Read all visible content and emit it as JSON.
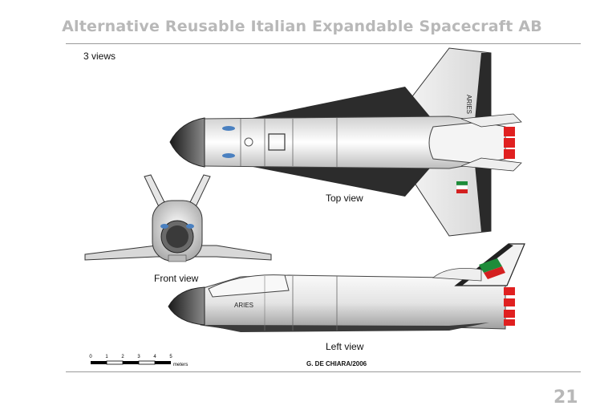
{
  "title": "Alternative Reusable Italian Expandable Spacecraft AB",
  "subtitle": "3 views",
  "labels": {
    "top_view": "Top view",
    "front_view": "Front view",
    "left_view": "Left view"
  },
  "vehicle_marking": "ARIES",
  "scale_bar": {
    "ticks": [
      "0",
      "1",
      "2",
      "3",
      "4",
      "5"
    ],
    "unit": "meters"
  },
  "author": "G. DE CHIARA/2006",
  "page_number": "21",
  "colors": {
    "title_gray": "#b8b8b8",
    "hull_light": "#f2f2f2",
    "hull_dark": "#2a2a2a",
    "engine_red": "#e02020",
    "flag_green": "#1e8c3a",
    "flag_red": "#d42020"
  }
}
